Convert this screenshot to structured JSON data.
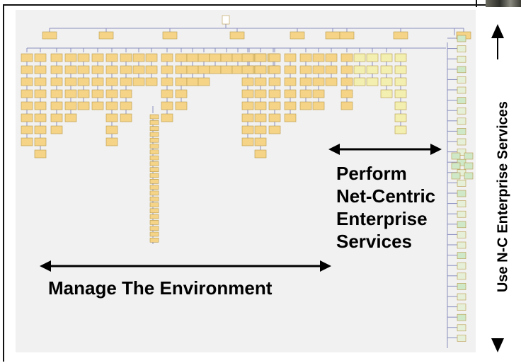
{
  "labels": {
    "manage": "Manage The Environment",
    "perform_lines": [
      "Perform",
      "Net-Centric",
      "Enterprise",
      "Services"
    ],
    "use": "Use N-C Enterprise Services"
  },
  "colors": {
    "box_fill": "#f5d488",
    "box_stroke": "#b89a4a",
    "green_box_fill": "#cfe8c8",
    "pale_box_fill": "#f2efb0",
    "connector": "#8a8fc0",
    "background": "#f1f1f1",
    "arrow": "#000000"
  },
  "diagram": {
    "type": "functional-decomposition-tree",
    "root_count": 1,
    "level1_branch_count": 9,
    "column_lengths": [
      8,
      9,
      7,
      6,
      5,
      5,
      8,
      6,
      3,
      3,
      6,
      5,
      3,
      3,
      2,
      2,
      2,
      2,
      2,
      2,
      8,
      9,
      7,
      6,
      5,
      5,
      3,
      5,
      3,
      3,
      4,
      7,
      4,
      4,
      6,
      5,
      3
    ],
    "long_chain_length": 22,
    "right_chain_length": 30
  }
}
